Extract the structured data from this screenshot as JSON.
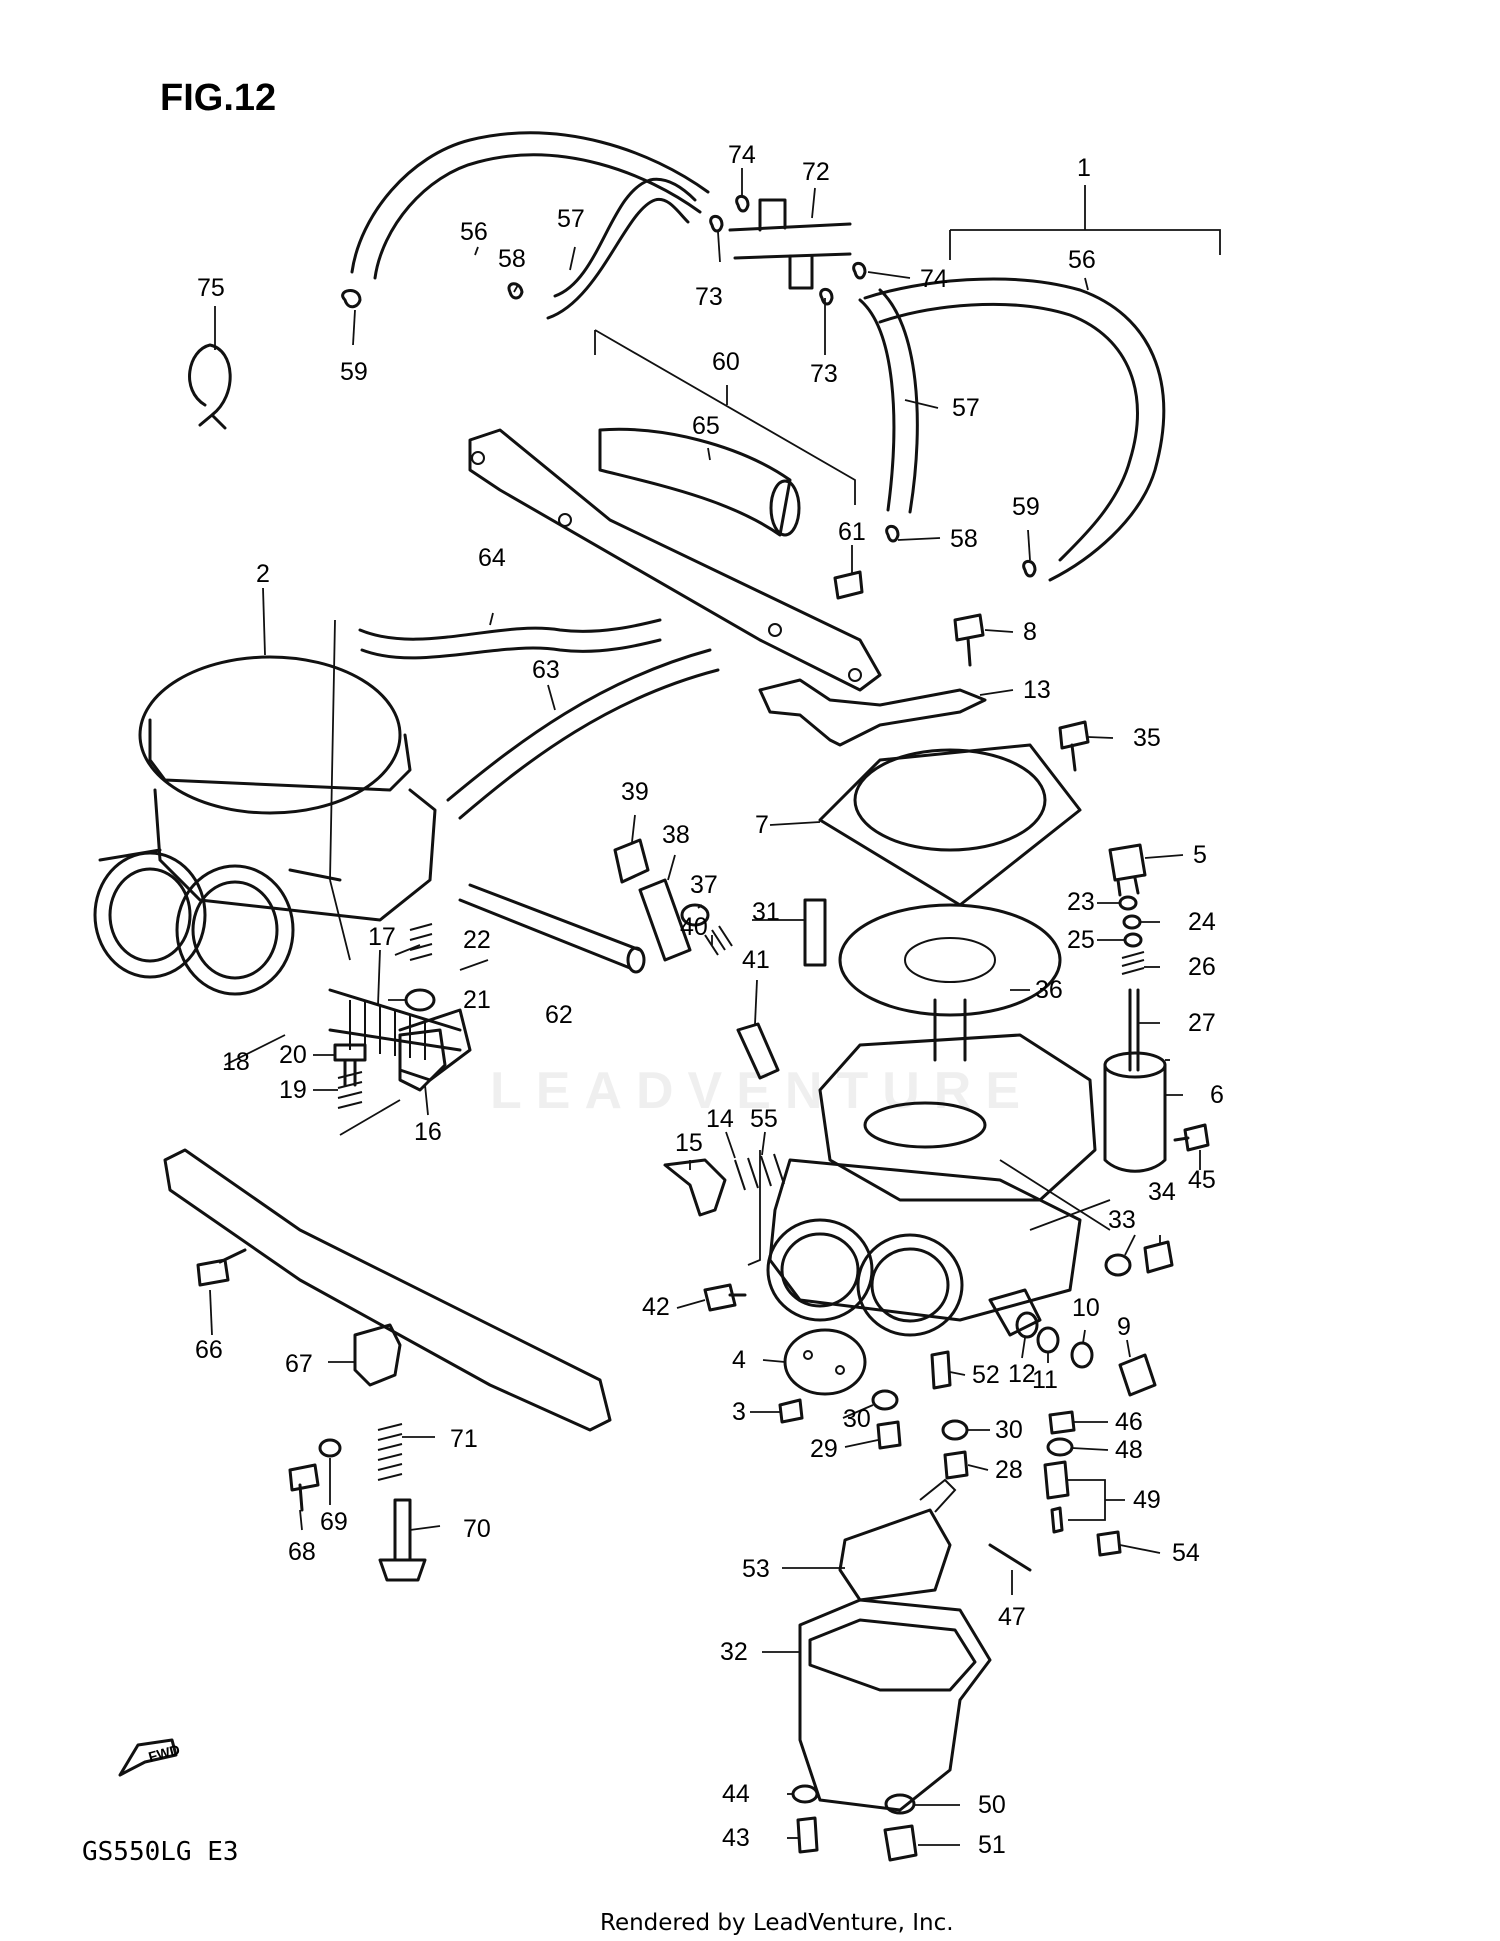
{
  "figure": {
    "title": "FIG.12",
    "model_code": "GS550LG  E3",
    "footer": "Rendered by LeadVenture, Inc.",
    "watermark": "LEADVENTURE",
    "fwd_label": "FWD"
  },
  "callouts": [
    {
      "id": "c1",
      "label": "1"
    },
    {
      "id": "c2",
      "label": "2"
    },
    {
      "id": "c3",
      "label": "3"
    },
    {
      "id": "c4",
      "label": "4"
    },
    {
      "id": "c5",
      "label": "5"
    },
    {
      "id": "c6",
      "label": "6"
    },
    {
      "id": "c7",
      "label": "7"
    },
    {
      "id": "c8",
      "label": "8"
    },
    {
      "id": "c9",
      "label": "9"
    },
    {
      "id": "c10",
      "label": "10"
    },
    {
      "id": "c11",
      "label": "11"
    },
    {
      "id": "c12",
      "label": "12"
    },
    {
      "id": "c13",
      "label": "13"
    },
    {
      "id": "c14",
      "label": "14"
    },
    {
      "id": "c15",
      "label": "15"
    },
    {
      "id": "c16",
      "label": "16"
    },
    {
      "id": "c17",
      "label": "17"
    },
    {
      "id": "c18",
      "label": "18"
    },
    {
      "id": "c19",
      "label": "19"
    },
    {
      "id": "c20",
      "label": "20"
    },
    {
      "id": "c21",
      "label": "21"
    },
    {
      "id": "c22",
      "label": "22"
    },
    {
      "id": "c23",
      "label": "23"
    },
    {
      "id": "c24",
      "label": "24"
    },
    {
      "id": "c25",
      "label": "25"
    },
    {
      "id": "c26",
      "label": "26"
    },
    {
      "id": "c27",
      "label": "27"
    },
    {
      "id": "c28",
      "label": "28"
    },
    {
      "id": "c29",
      "label": "29"
    },
    {
      "id": "c30a",
      "label": "30"
    },
    {
      "id": "c30b",
      "label": "30"
    },
    {
      "id": "c31",
      "label": "31"
    },
    {
      "id": "c32",
      "label": "32"
    },
    {
      "id": "c33",
      "label": "33"
    },
    {
      "id": "c34",
      "label": "34"
    },
    {
      "id": "c35",
      "label": "35"
    },
    {
      "id": "c36",
      "label": "36"
    },
    {
      "id": "c37",
      "label": "37"
    },
    {
      "id": "c38",
      "label": "38"
    },
    {
      "id": "c39",
      "label": "39"
    },
    {
      "id": "c40",
      "label": "40"
    },
    {
      "id": "c41",
      "label": "41"
    },
    {
      "id": "c42",
      "label": "42"
    },
    {
      "id": "c43",
      "label": "43"
    },
    {
      "id": "c44",
      "label": "44"
    },
    {
      "id": "c45",
      "label": "45"
    },
    {
      "id": "c46",
      "label": "46"
    },
    {
      "id": "c47",
      "label": "47"
    },
    {
      "id": "c48",
      "label": "48"
    },
    {
      "id": "c49",
      "label": "49"
    },
    {
      "id": "c50",
      "label": "50"
    },
    {
      "id": "c51",
      "label": "51"
    },
    {
      "id": "c52",
      "label": "52"
    },
    {
      "id": "c53",
      "label": "53"
    },
    {
      "id": "c54",
      "label": "54"
    },
    {
      "id": "c55",
      "label": "55"
    },
    {
      "id": "c56a",
      "label": "56"
    },
    {
      "id": "c56b",
      "label": "56"
    },
    {
      "id": "c57a",
      "label": "57"
    },
    {
      "id": "c57b",
      "label": "57"
    },
    {
      "id": "c58a",
      "label": "58"
    },
    {
      "id": "c58b",
      "label": "58"
    },
    {
      "id": "c59a",
      "label": "59"
    },
    {
      "id": "c59b",
      "label": "59"
    },
    {
      "id": "c60",
      "label": "60"
    },
    {
      "id": "c61",
      "label": "61"
    },
    {
      "id": "c62",
      "label": "62"
    },
    {
      "id": "c63",
      "label": "63"
    },
    {
      "id": "c64",
      "label": "64"
    },
    {
      "id": "c65",
      "label": "65"
    },
    {
      "id": "c66",
      "label": "66"
    },
    {
      "id": "c67",
      "label": "67"
    },
    {
      "id": "c68",
      "label": "68"
    },
    {
      "id": "c69",
      "label": "69"
    },
    {
      "id": "c70",
      "label": "70"
    },
    {
      "id": "c71",
      "label": "71"
    },
    {
      "id": "c72",
      "label": "72"
    },
    {
      "id": "c73a",
      "label": "73"
    },
    {
      "id": "c73b",
      "label": "73"
    },
    {
      "id": "c74a",
      "label": "74"
    },
    {
      "id": "c74b",
      "label": "74"
    },
    {
      "id": "c75",
      "label": "75"
    }
  ]
}
